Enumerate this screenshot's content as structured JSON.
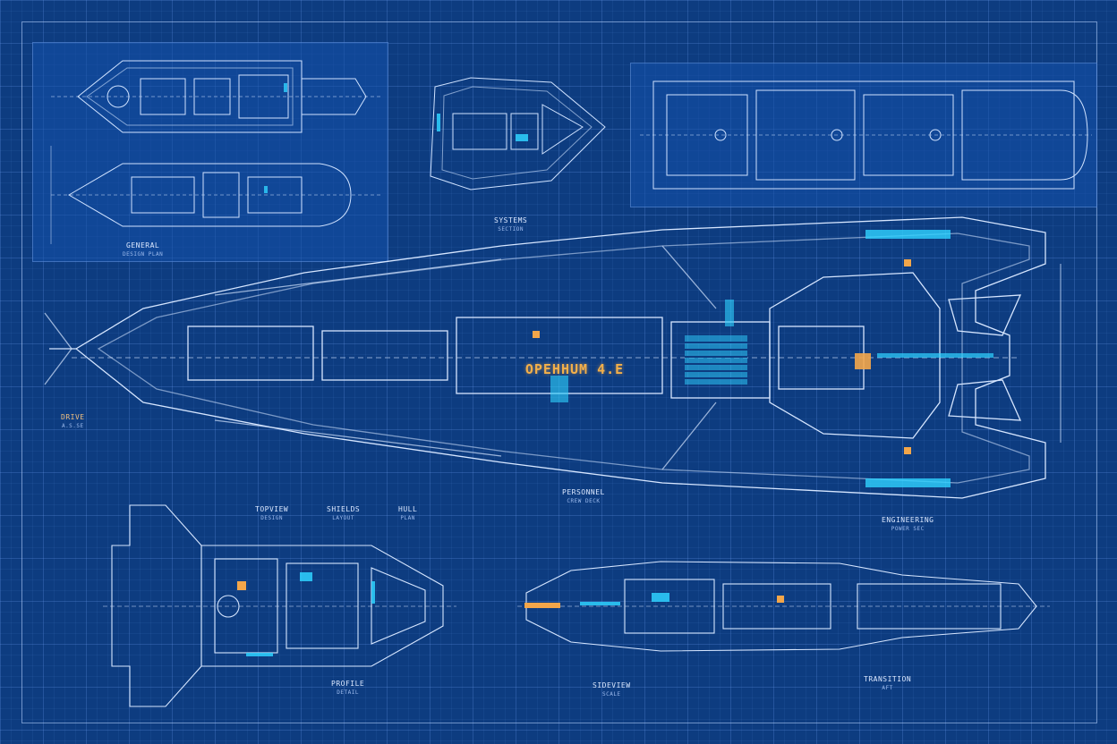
{
  "main_ship": {
    "hull_label": "OPEHHUM 4.E"
  },
  "captions": {
    "top_center": {
      "title": "SYSTEMS",
      "sub": "SECTION"
    },
    "left_tag": {
      "title": "DRIVE",
      "sub": "A.S.SE"
    },
    "center_bottom": {
      "title": "PERSONNEL",
      "sub": "CREW DECK"
    },
    "right_bottom": {
      "title": "ENGINEERING",
      "sub": "POWER SEC"
    },
    "lower_left_1": {
      "title": "TOPVIEW",
      "sub": "DESIGN"
    },
    "lower_left_2": {
      "title": "SHIELDS",
      "sub": "LAYOUT"
    },
    "lower_left_3": {
      "title": "HULL",
      "sub": "PLAN"
    },
    "lower_left_bottom": {
      "title": "PROFILE",
      "sub": "DETAIL"
    },
    "lower_right_bottom_1": {
      "title": "SIDEVIEW",
      "sub": "SCALE"
    },
    "lower_right_bottom_2": {
      "title": "TRANSITION",
      "sub": "AFT"
    },
    "panel_tl": {
      "title": "GENERAL",
      "sub": "DESIGN PLAN"
    }
  },
  "colors": {
    "accent_cyan": "#2fd2ff",
    "accent_orange": "#f3a64a",
    "line": "#cfe2ff"
  }
}
